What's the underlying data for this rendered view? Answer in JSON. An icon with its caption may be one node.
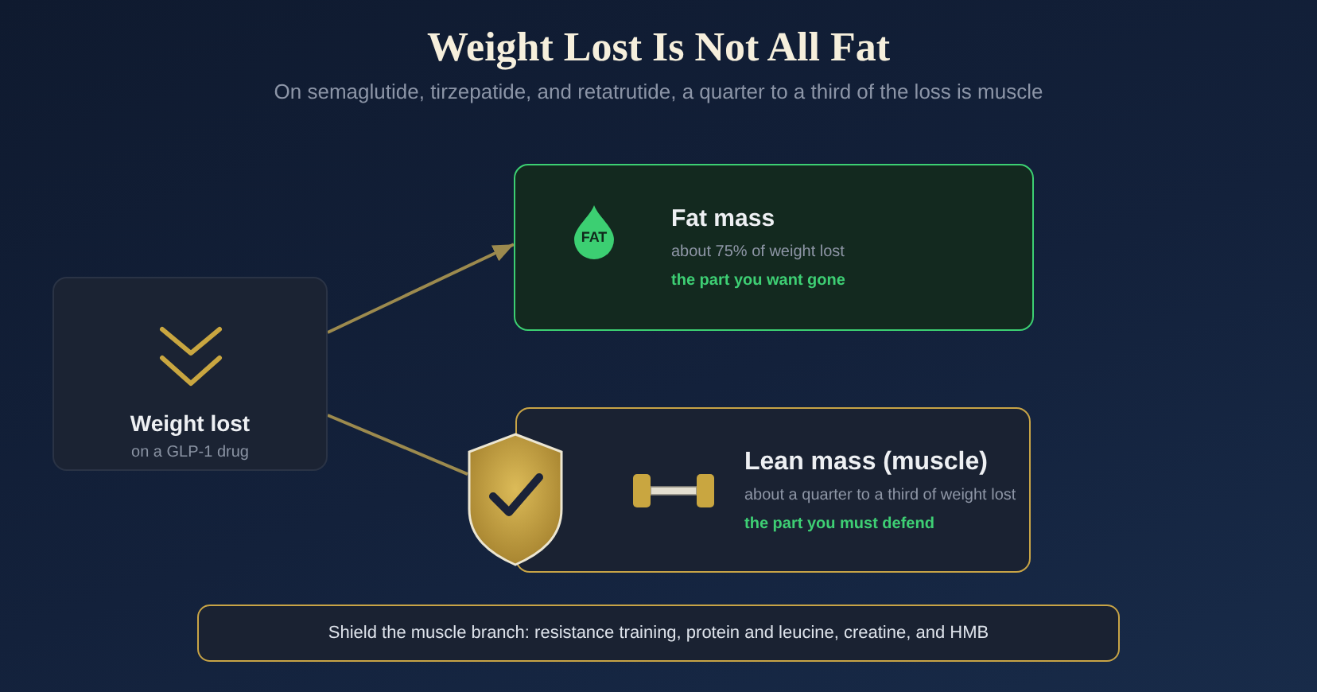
{
  "diagram": {
    "title": "Weight Lost Is Not All Fat",
    "nodes": [
      {
        "text": [
          "Weight lost",
          "on a GLP-1 drug"
        ]
      },
      {
        "text": [
          "FAT",
          "Fat mass",
          "about 75% of weight lost",
          "the part you want gone"
        ]
      },
      {
        "text": [],
        "shape": "shield"
      },
      {
        "text": [
          "Lean mass (muscle)",
          "about a quarter to a third of weight lost",
          "the part you must defend"
        ]
      },
      {
        "text": [
          "Shield the muscle branch: resistance training, protein and leucine, creatine, and HMB"
        ]
      }
    ],
    "edges": [
      {
        "from": 0,
        "to": 1,
        "arrow": "to"
      },
      {
        "from": 0,
        "to": 2,
        "arrow": "none"
      }
    ],
    "labels": [
      "On semaglutide, tirzepatide, and retatrutide, a quarter to a third of the loss is muscle"
    ]
  }
}
